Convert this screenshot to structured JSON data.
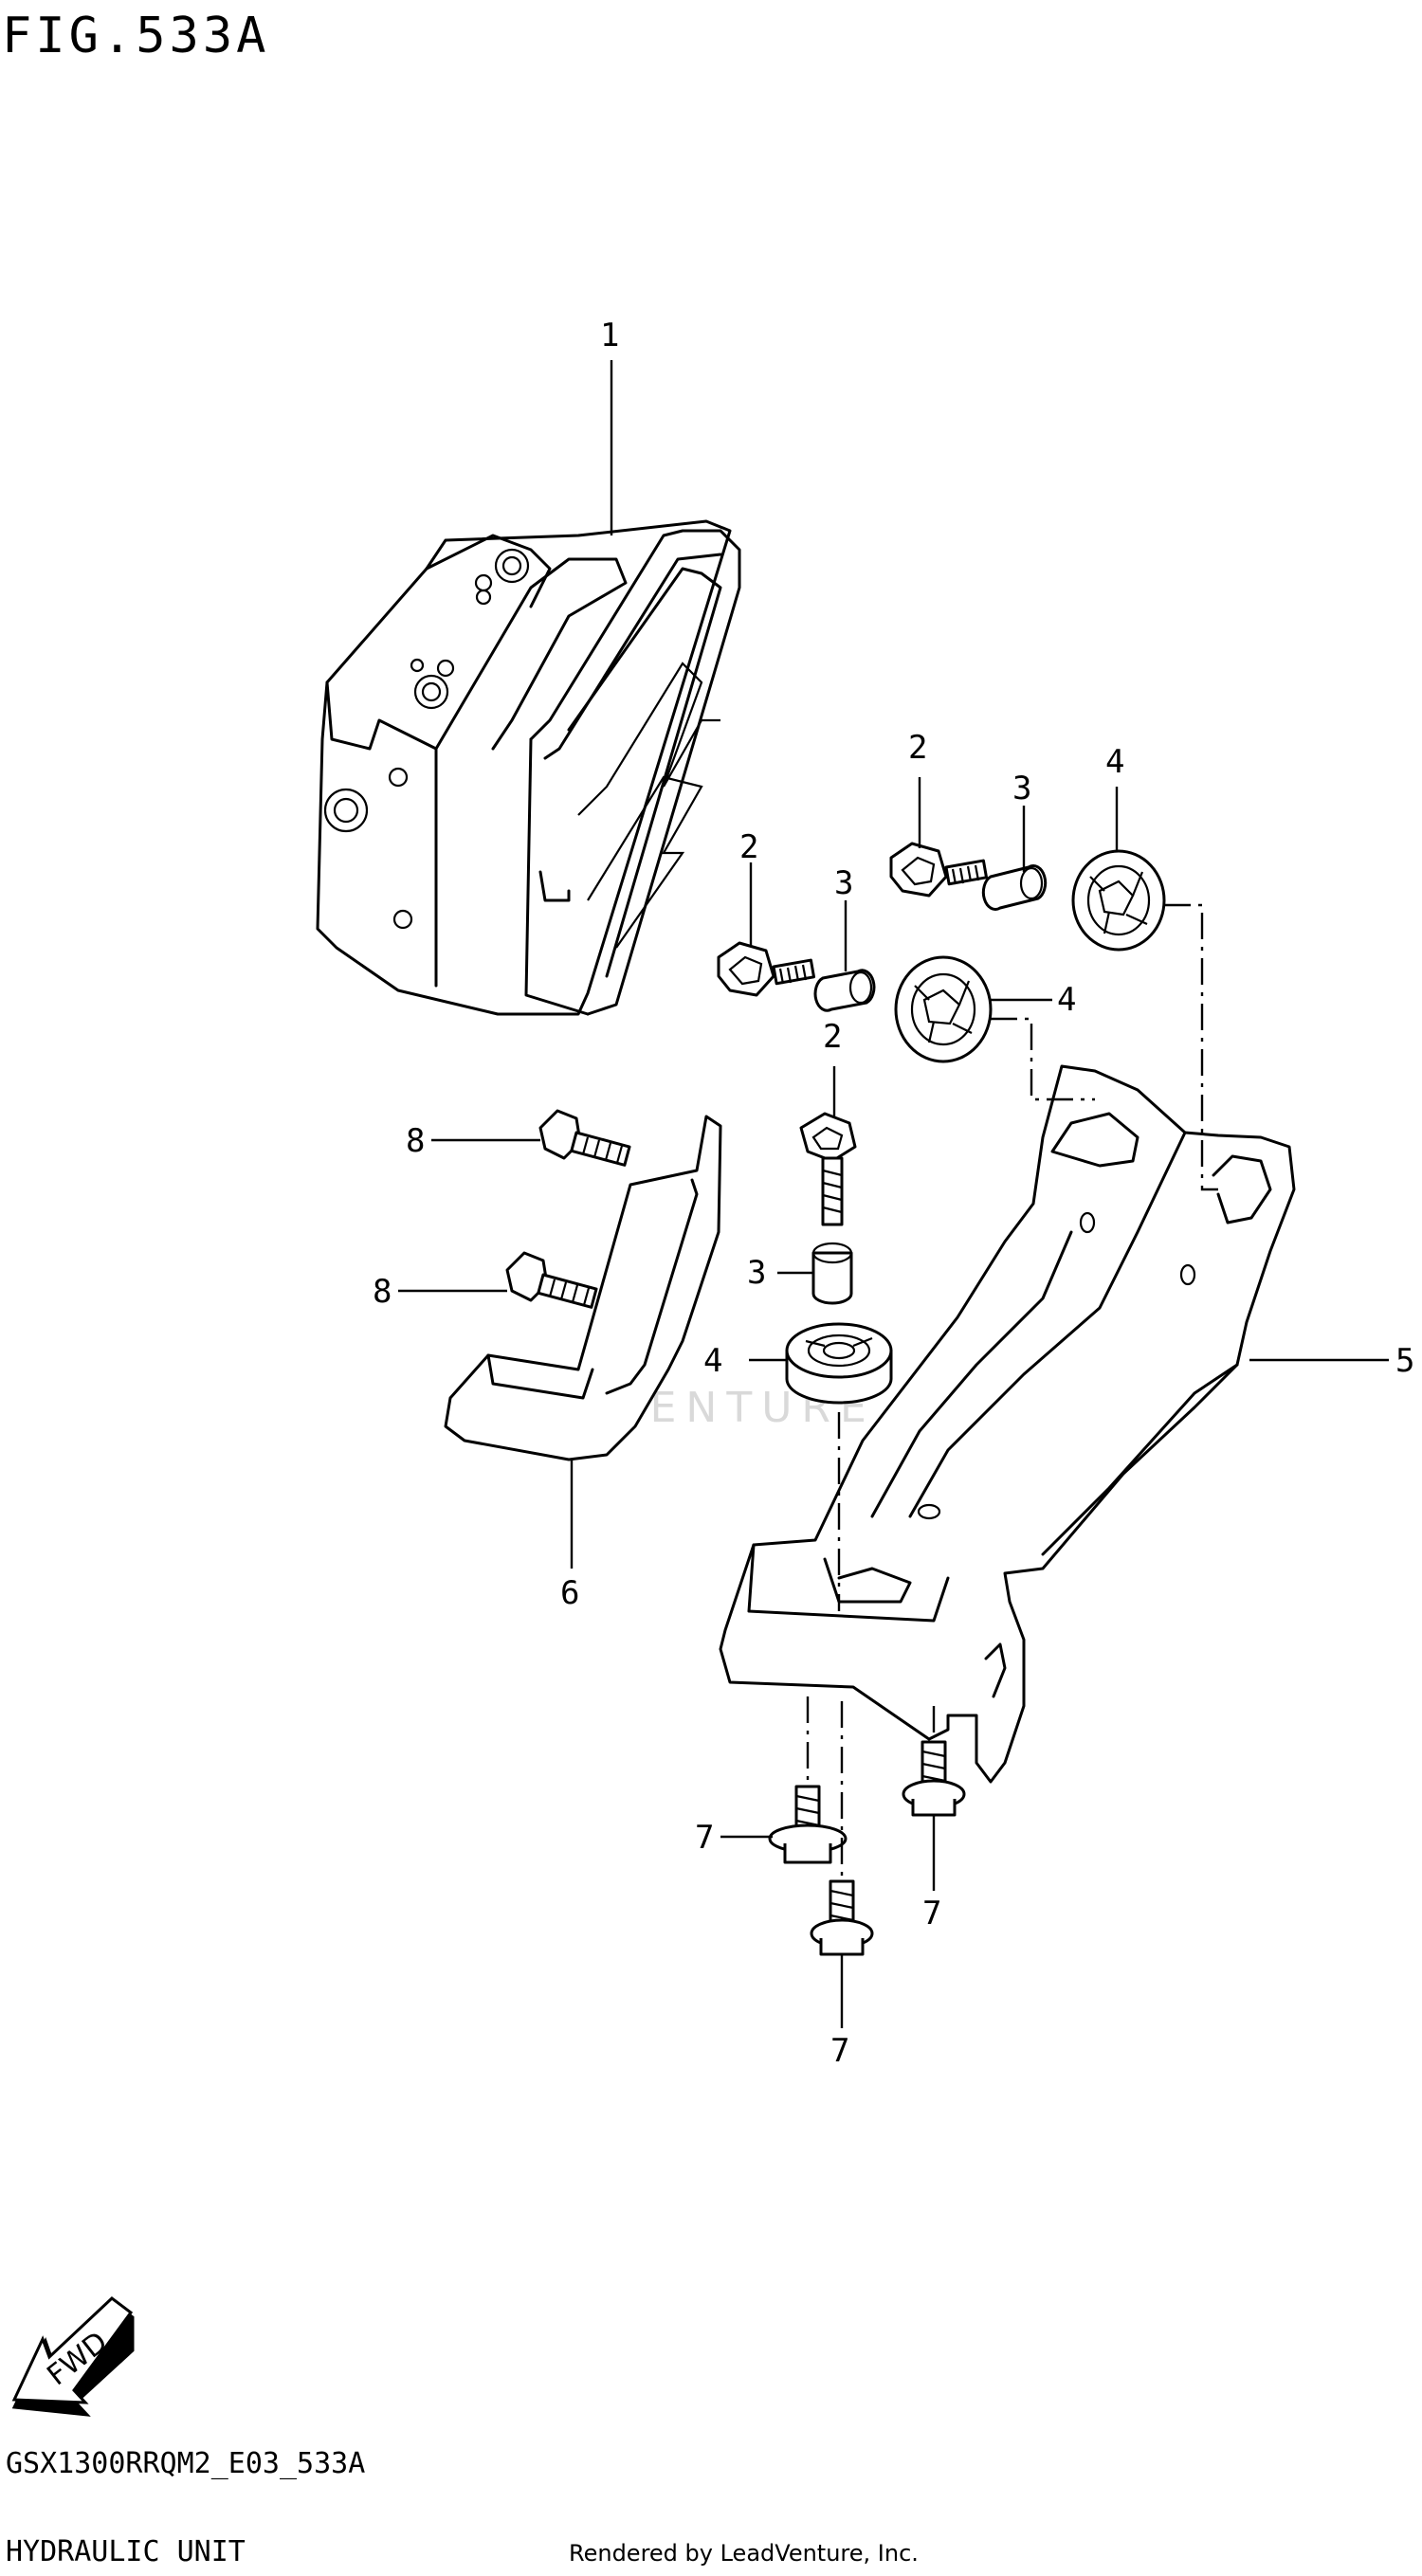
{
  "figure": {
    "title": "FIG.533A",
    "model_code": "GSX1300RRQM2_E03_533A",
    "section_name": "HYDRAULIC UNIT",
    "rendered_by": "Rendered by LeadVenture, Inc.",
    "watermark": "LEADVENTURE",
    "fwd_label": "FWD"
  },
  "callouts": [
    "1",
    "2",
    "3",
    "4",
    "2",
    "3",
    "4",
    "2",
    "3",
    "4",
    "5",
    "6",
    "7",
    "7",
    "7",
    "8",
    "8"
  ]
}
